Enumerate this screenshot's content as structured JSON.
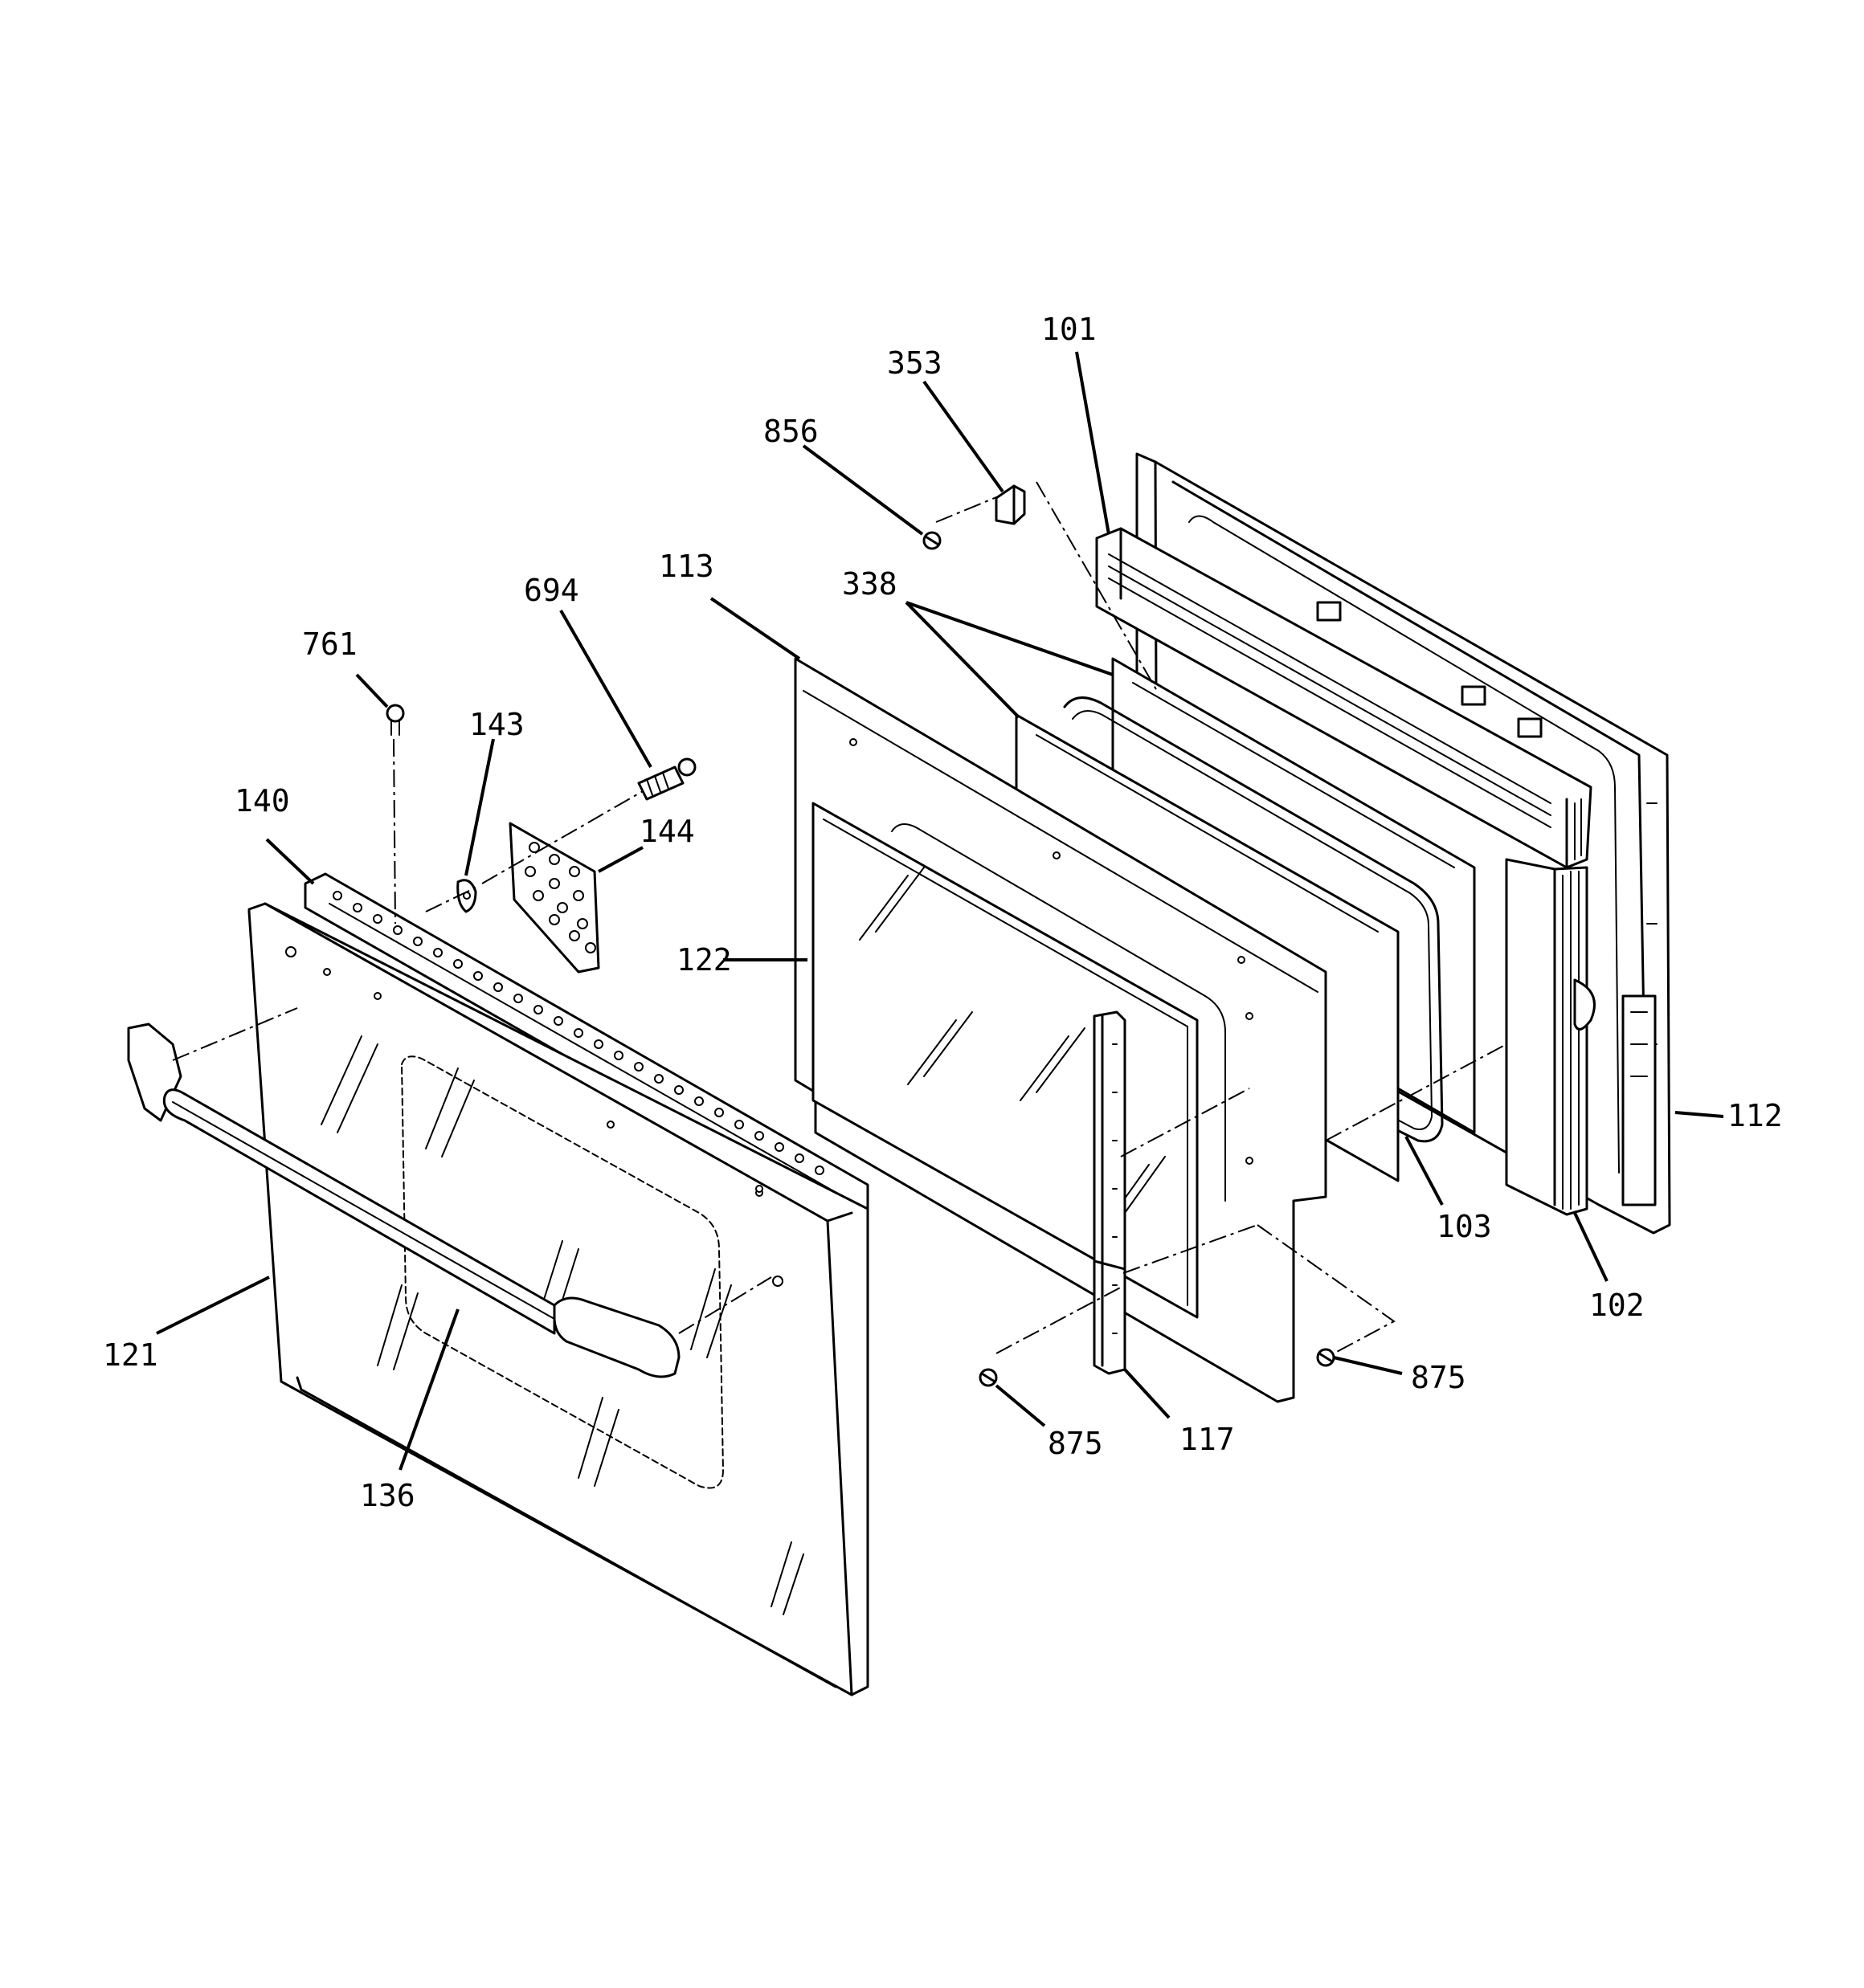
{
  "callouts": [
    {
      "id": "101",
      "text": "101"
    },
    {
      "id": "353",
      "text": "353"
    },
    {
      "id": "856",
      "text": "856"
    },
    {
      "id": "113",
      "text": "113"
    },
    {
      "id": "338",
      "text": "338"
    },
    {
      "id": "694",
      "text": "694"
    },
    {
      "id": "761",
      "text": "761"
    },
    {
      "id": "143",
      "text": "143"
    },
    {
      "id": "140",
      "text": "140"
    },
    {
      "id": "144",
      "text": "144"
    },
    {
      "id": "122",
      "text": "122"
    },
    {
      "id": "112",
      "text": "112"
    },
    {
      "id": "103",
      "text": "103"
    },
    {
      "id": "102",
      "text": "102"
    },
    {
      "id": "121",
      "text": "121"
    },
    {
      "id": "875a",
      "text": "875"
    },
    {
      "id": "875b",
      "text": "875"
    },
    {
      "id": "117",
      "text": "117"
    },
    {
      "id": "136",
      "text": "136"
    }
  ]
}
